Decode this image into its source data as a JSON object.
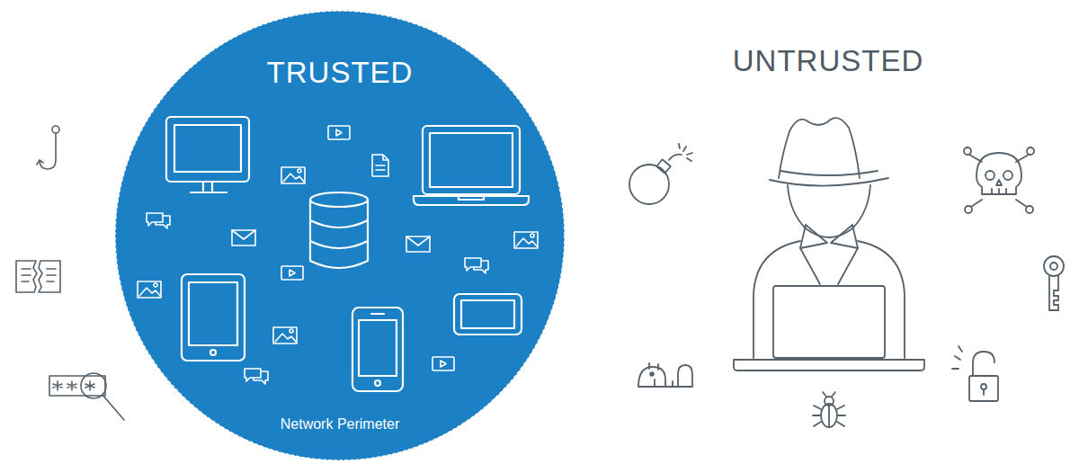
{
  "diagram": {
    "nodes": [
      {
        "text": [
          "TRUSTED",
          "Network Perimeter"
        ]
      }
    ],
    "labels": [
      "UNTRUSTED"
    ]
  }
}
